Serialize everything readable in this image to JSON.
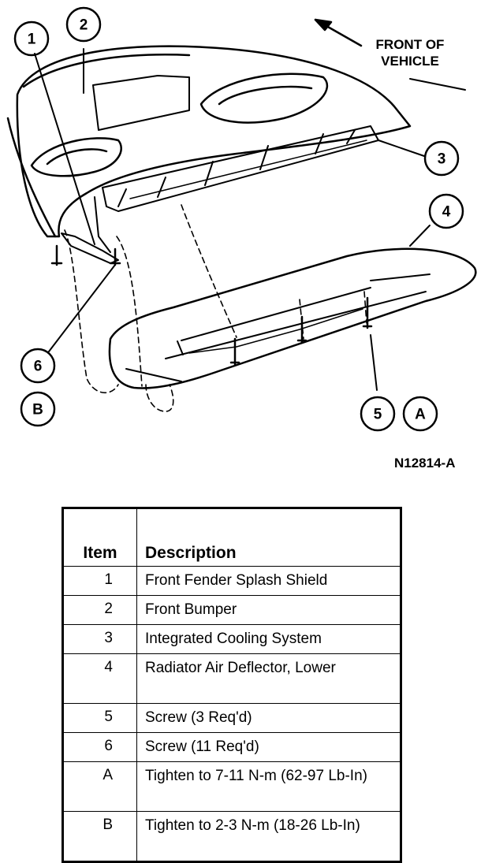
{
  "figure": {
    "direction_label_line1": "FRONT OF",
    "direction_label_line2": "VEHICLE",
    "figure_id": "N12814-A",
    "callouts": [
      "1",
      "2",
      "3",
      "4",
      "5",
      "6",
      "A",
      "B"
    ]
  },
  "legend": {
    "header_item": "Item",
    "header_description": "Description",
    "rows": [
      {
        "item": "1",
        "description": "Front Fender Splash Shield"
      },
      {
        "item": "2",
        "description": "Front Bumper"
      },
      {
        "item": "3",
        "description": "Integrated Cooling System"
      },
      {
        "item": "4",
        "description": "Radiator Air Deflector, Lower"
      },
      {
        "item": "5",
        "description": "Screw (3 Req'd)"
      },
      {
        "item": "6",
        "description": "Screw (11 Req'd)"
      },
      {
        "item": "A",
        "description": "Tighten to 7-11 N-m (62-97 Lb-In)"
      },
      {
        "item": "B",
        "description": "Tighten to 2-3 N-m (18-26 Lb-In)"
      }
    ]
  }
}
